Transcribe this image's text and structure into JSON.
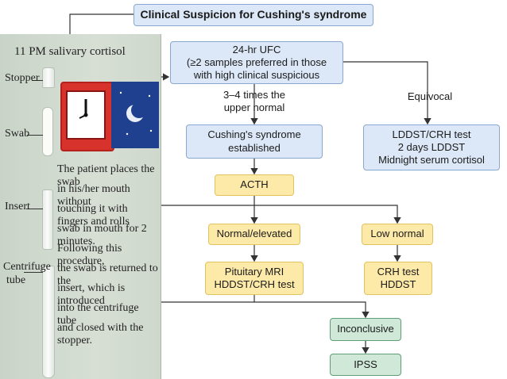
{
  "flowchart": {
    "suspicion": "Clinical Suspicion for Cushing's syndrome",
    "ufc": {
      "line1": "24-hr UFC",
      "line2": "(≥2 samples preferred in those",
      "line3": "with high clinical suspicious"
    },
    "branch_high": {
      "line1": "3–4 times the",
      "line2": "upper normal"
    },
    "branch_equivocal": "Equivocal",
    "established": {
      "line1": "Cushing's syndrome",
      "line2": "established"
    },
    "tests": {
      "line1": "LDDST/CRH test",
      "line2": "2 days LDDST",
      "line3": "Midnight serum cortisol"
    },
    "acth": "ACTH",
    "normal_elevated": "Normal/elevated",
    "low_normal": "Low normal",
    "pituitary": {
      "line1": "Pituitary MRI",
      "line2": "HDDST/CRH test"
    },
    "crh": {
      "line1": "CRH test",
      "line2": "HDDST"
    },
    "inconclusive": "Inconclusive",
    "ipss": "IPSS"
  },
  "panel": {
    "title": "11 PM salivary cortisol",
    "labels": {
      "stopper": "Stopper",
      "swab": "Swab",
      "insert": "Insert",
      "centrifuge_line1": "Centrifuge",
      "centrifuge_line2": "tube"
    },
    "instructions": [
      "The patient places the swab",
      "in his/her mouth without",
      "touching it with fingers and rolls",
      "swab in mouth for 2 minutes.",
      "Following this procedure,",
      "the swab is returned to the",
      "insert, which is introduced",
      "into the centrifuge tube",
      "and closed with the stopper."
    ]
  },
  "colors": {
    "blue_box": "#dce8f7",
    "yellow_box": "#fde9a8",
    "green_box": "#cfe8d8",
    "line": "#333333",
    "clock_red": "#d8322c",
    "night_blue": "#1f3f8f"
  }
}
